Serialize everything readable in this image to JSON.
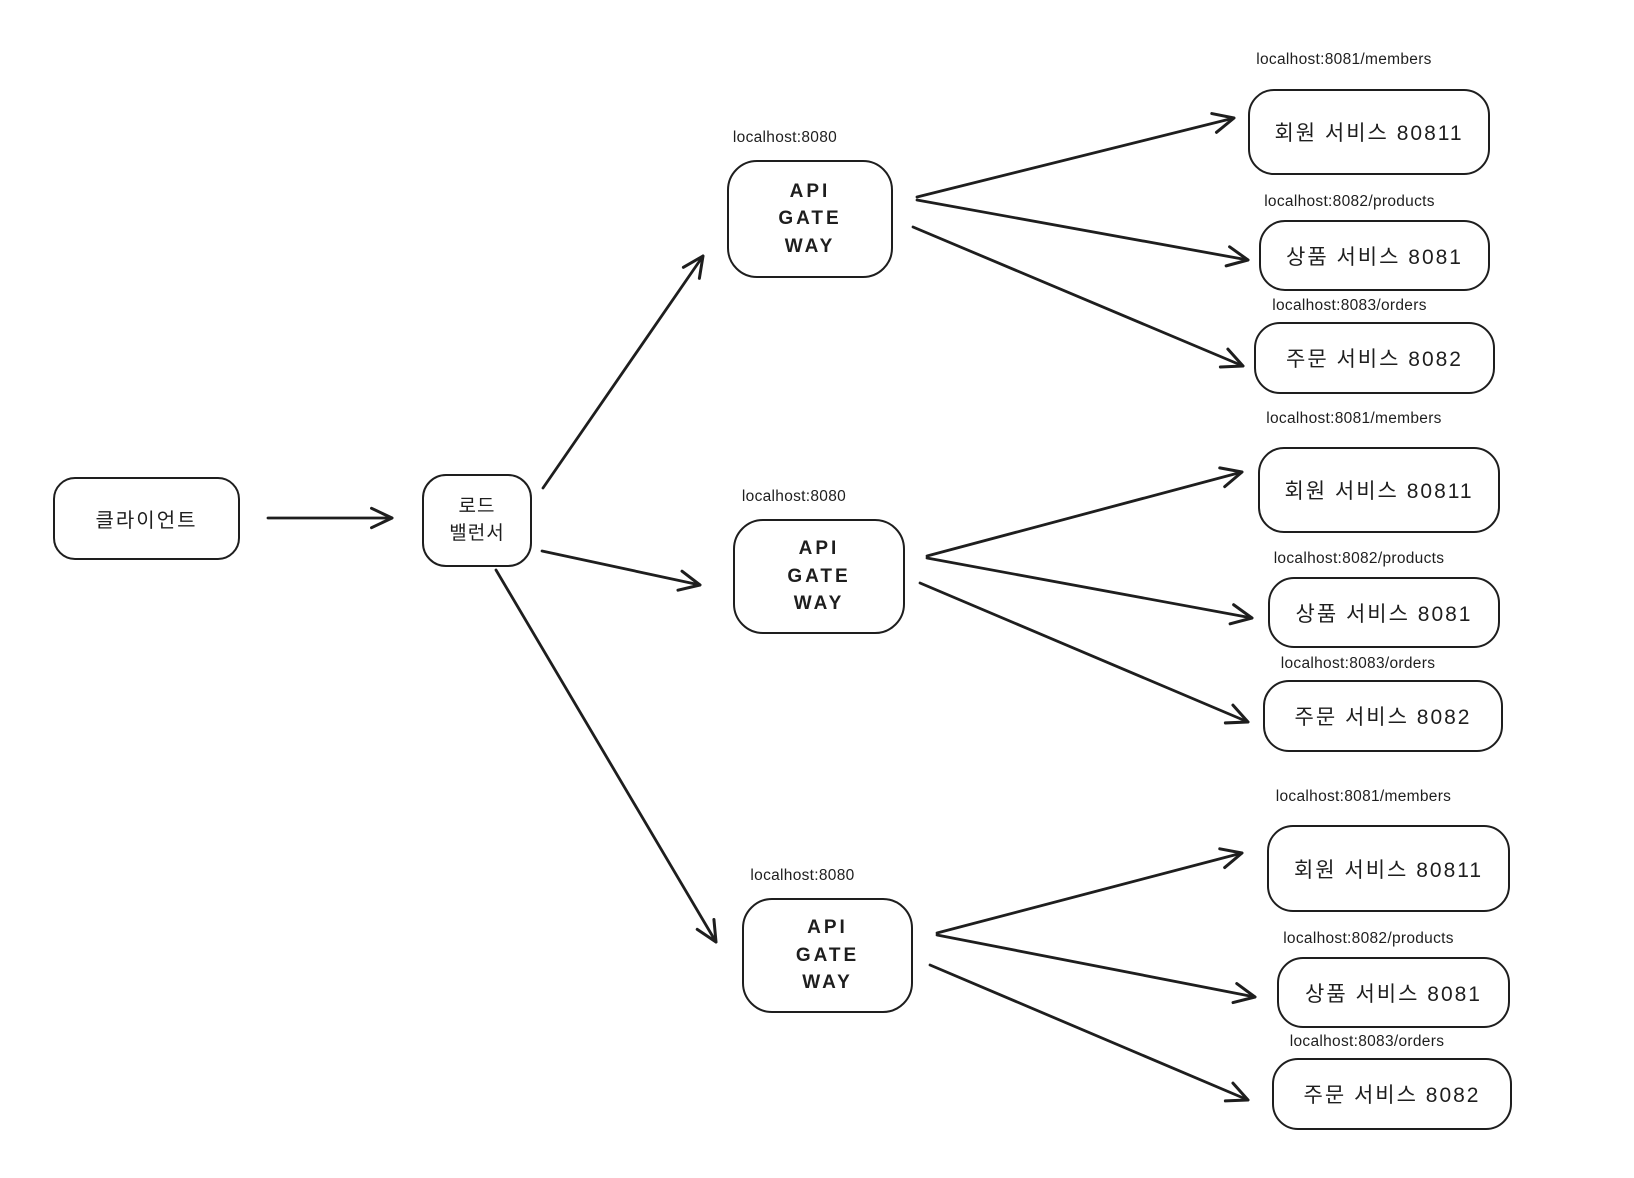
{
  "canvas": {
    "background": "#ffffff",
    "stroke_color": "#1e1e1e"
  },
  "client": {
    "label": "클라이언트"
  },
  "load_balancer": {
    "line1": "로드",
    "line2": "밸런서"
  },
  "groups": [
    {
      "gateway": {
        "url": "localhost:8080",
        "line1": "API",
        "line2": "GATE",
        "line3": "WAY"
      },
      "services": [
        {
          "url": "localhost:8081/members",
          "name": "회원 서비스 80811"
        },
        {
          "url": "localhost:8082/products",
          "name": "상품 서비스 8081"
        },
        {
          "url": "localhost:8083/orders",
          "name": "주문 서비스 8082"
        }
      ]
    },
    {
      "gateway": {
        "url": "localhost:8080",
        "line1": "API",
        "line2": "GATE",
        "line3": "WAY"
      },
      "services": [
        {
          "url": "localhost:8081/members",
          "name": "회원 서비스 80811"
        },
        {
          "url": "localhost:8082/products",
          "name": "상품 서비스 8081"
        },
        {
          "url": "localhost:8083/orders",
          "name": "주문 서비스 8082"
        }
      ]
    },
    {
      "gateway": {
        "url": "localhost:8080",
        "line1": "API",
        "line2": "GATE",
        "line3": "WAY"
      },
      "services": [
        {
          "url": "localhost:8081/members",
          "name": "회원 서비스 80811"
        },
        {
          "url": "localhost:8082/products",
          "name": "상품 서비스 8081"
        },
        {
          "url": "localhost:8083/orders",
          "name": "주문 서비스 8082"
        }
      ]
    }
  ]
}
